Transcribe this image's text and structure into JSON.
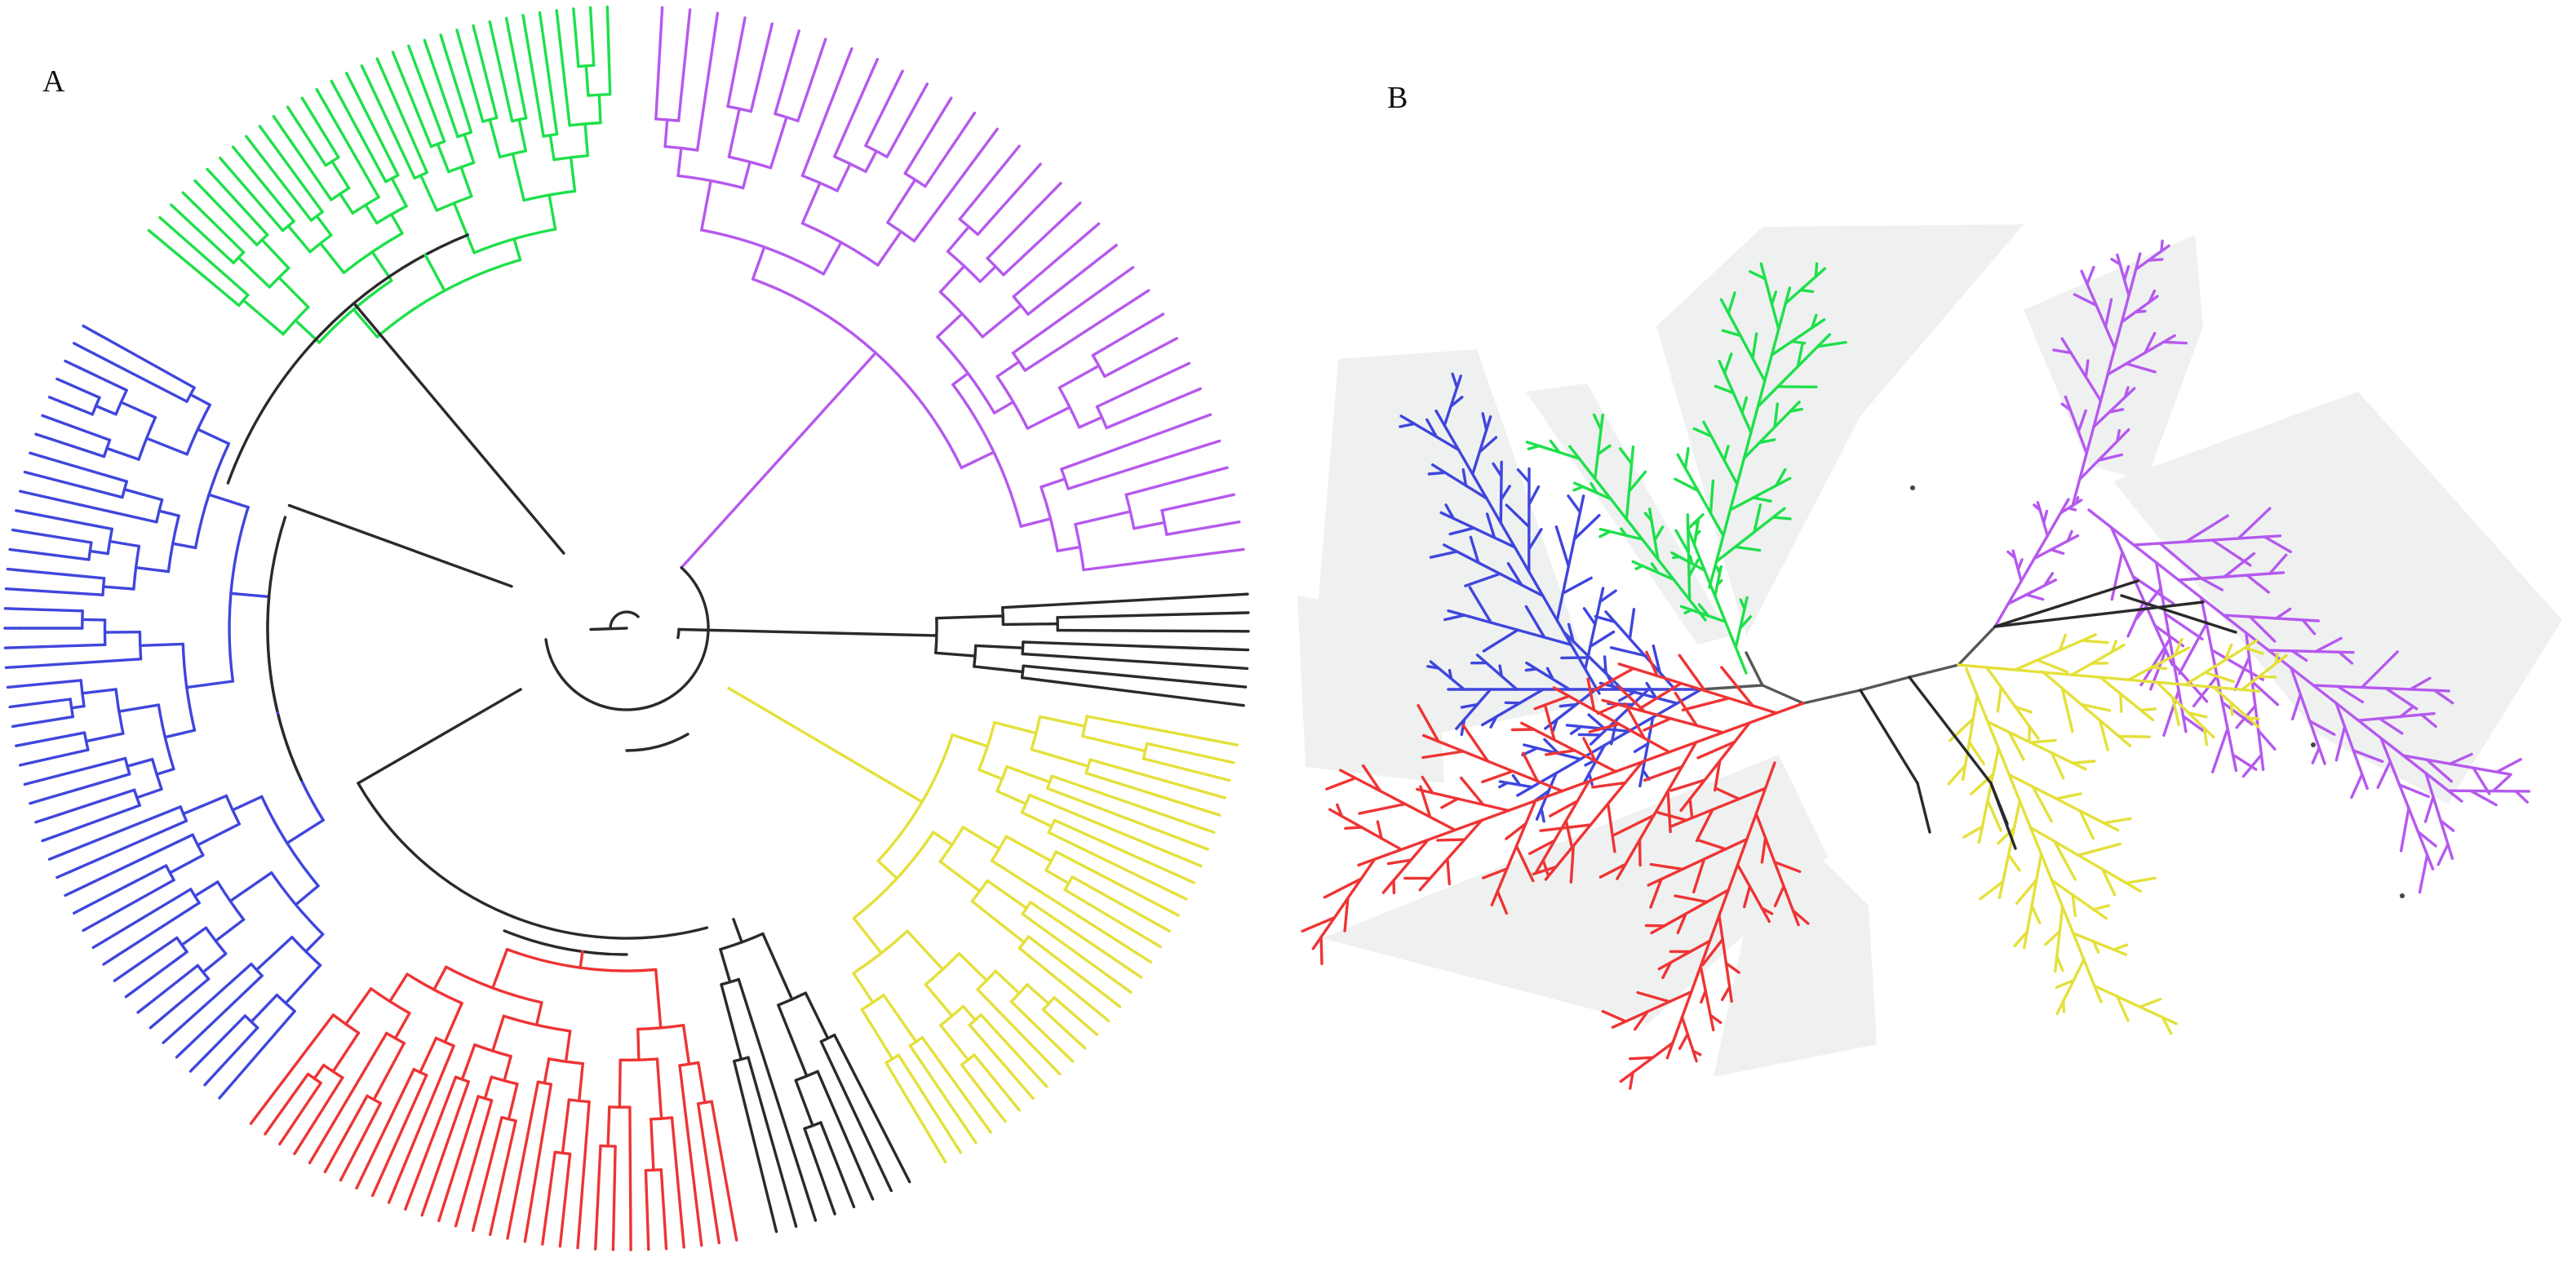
{
  "panels": {
    "a": {
      "label": "A"
    },
    "b": {
      "label": "B"
    }
  },
  "colors": {
    "green": "#1ee04a",
    "purple": "#b559ee",
    "yellow": "#e4e03a",
    "red": "#ee3434",
    "blue": "#3f46dc",
    "black": "#2a2a2a",
    "gray": "#575757",
    "hull": "#eff1f1",
    "dot": "#444444"
  },
  "clades": [
    {
      "id": "green",
      "color_key": "green",
      "leaves": 32
    },
    {
      "id": "purple",
      "color_key": "purple",
      "leaves": 32
    },
    {
      "id": "black_top",
      "color_key": "black",
      "leaves": 7
    },
    {
      "id": "yellow",
      "color_key": "yellow",
      "leaves": 30
    },
    {
      "id": "black_bottom",
      "color_key": "black",
      "leaves": 8
    },
    {
      "id": "red",
      "color_key": "red",
      "leaves": 30
    },
    {
      "id": "blue",
      "color_key": "blue",
      "leaves": 44
    }
  ]
}
